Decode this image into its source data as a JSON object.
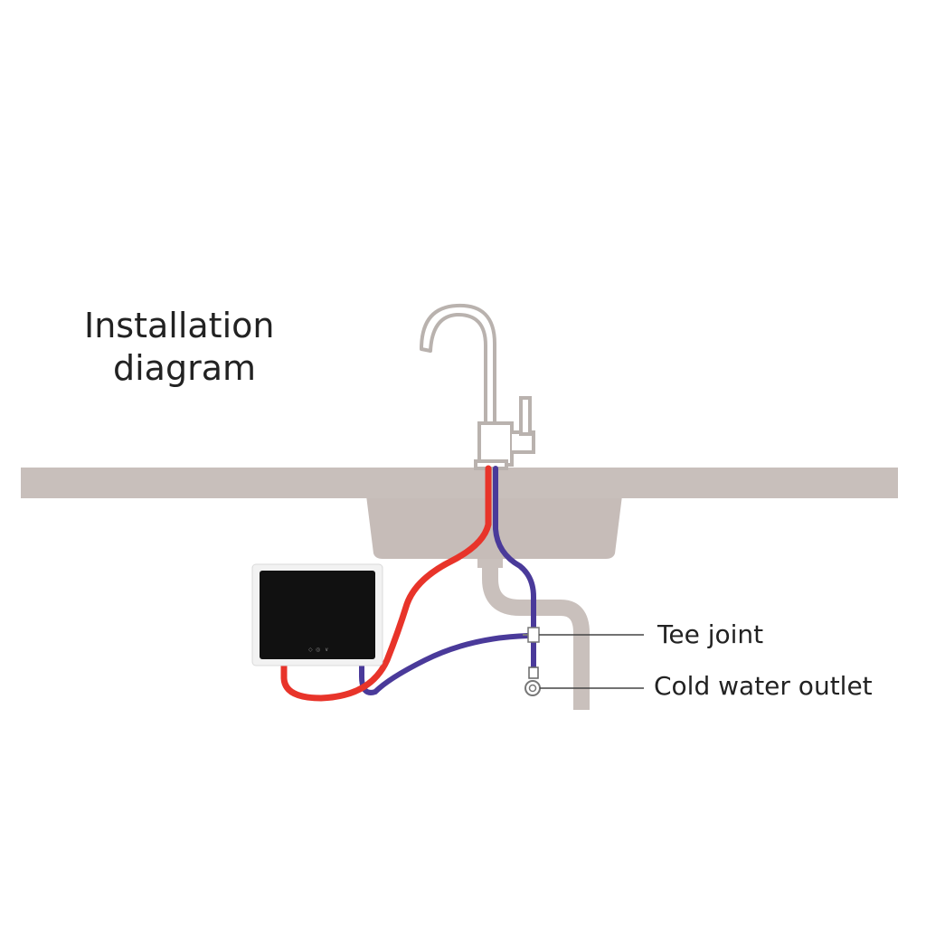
{
  "title": {
    "line1": "Installation",
    "line2": "diagram"
  },
  "callouts": {
    "tee_joint": "Tee joint",
    "cold_water_outlet": "Cold water outlet"
  },
  "colors": {
    "counter": "#c8bfbb",
    "sink_basin": "#c6bcb8",
    "drain_pipe": "#c9c0bc",
    "faucet": "#bdb6b2",
    "hot_hose": "#e8342a",
    "cold_hose": "#4a3a9a",
    "heater_body": "#111111",
    "heater_frame": "#f2f2f2",
    "text": "#222222",
    "callout_line": "#444444"
  },
  "icons": [
    "faucet-icon",
    "water-heater-icon",
    "tee-joint-icon",
    "cold-water-outlet-icon"
  ]
}
